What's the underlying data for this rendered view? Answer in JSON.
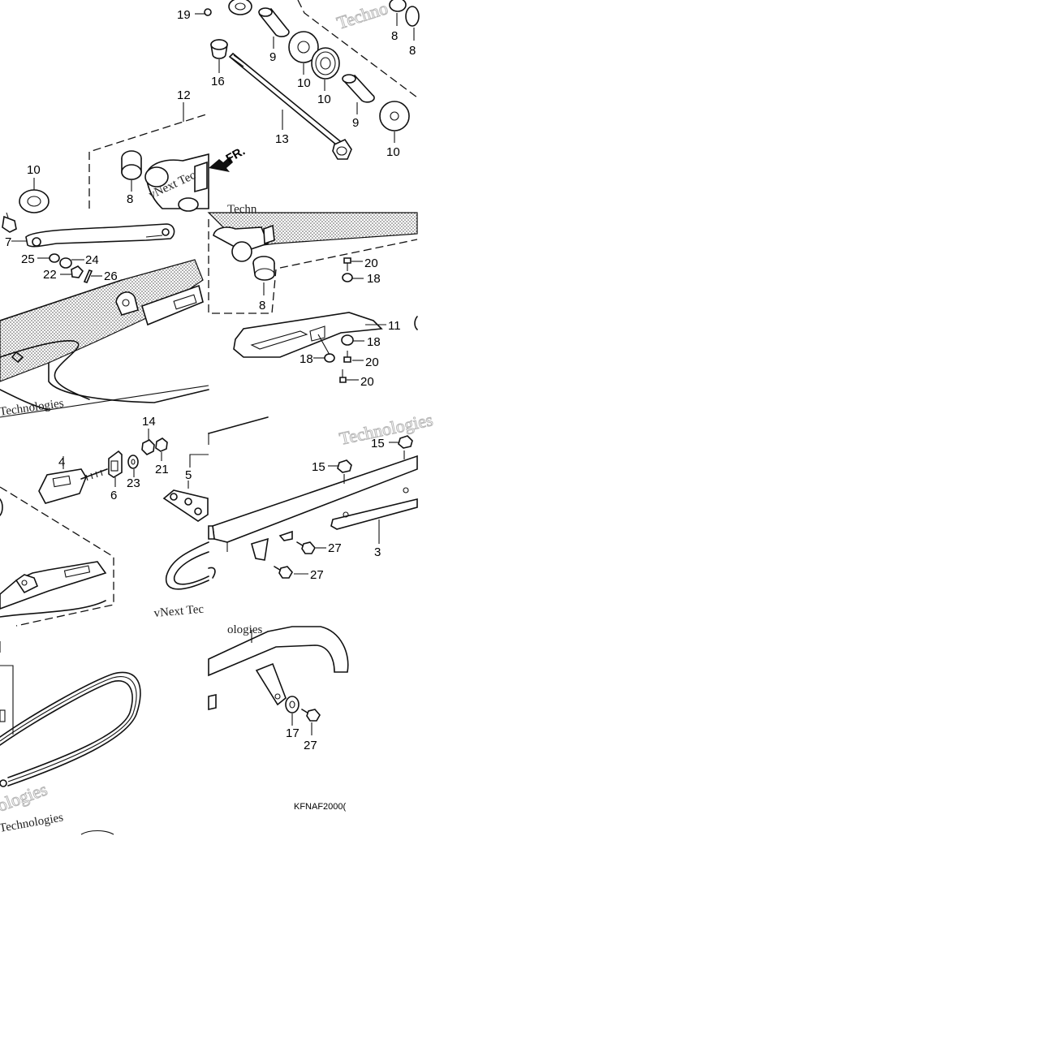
{
  "callouts": {
    "c19": "19",
    "c8a": "8",
    "c8b": "8",
    "c9a": "9",
    "c16": "16",
    "c10a": "10",
    "c10b": "10",
    "c12": "12",
    "c13": "13",
    "c9b": "9",
    "c10c": "10",
    "c10d": "10",
    "c8c": "8",
    "c7": "7",
    "c25": "25",
    "c24": "24",
    "c22": "22",
    "c26": "26",
    "c20a": "20",
    "c18a": "18",
    "c8d": "8",
    "c11": "11",
    "c18b": "18",
    "c18c": "18",
    "c20b": "20",
    "c20c": "20",
    "c14": "14",
    "c4": "4",
    "c6": "6",
    "c23": "23",
    "c21": "21",
    "c5": "5",
    "c15a": "15",
    "c15b": "15",
    "c27a": "27",
    "c27b": "27",
    "c3": "3",
    "c17": "17",
    "c27c": "27"
  },
  "front_arrow_label": "FR.",
  "diagram_code": "KFNAF2000(",
  "watermarks": {
    "w1": "Techno",
    "w2": "vNext Tec",
    "w3": "Technologies",
    "w4": "Techn",
    "w5": "vNext Tec",
    "w6": "ologies",
    "w7": "Technologies"
  }
}
